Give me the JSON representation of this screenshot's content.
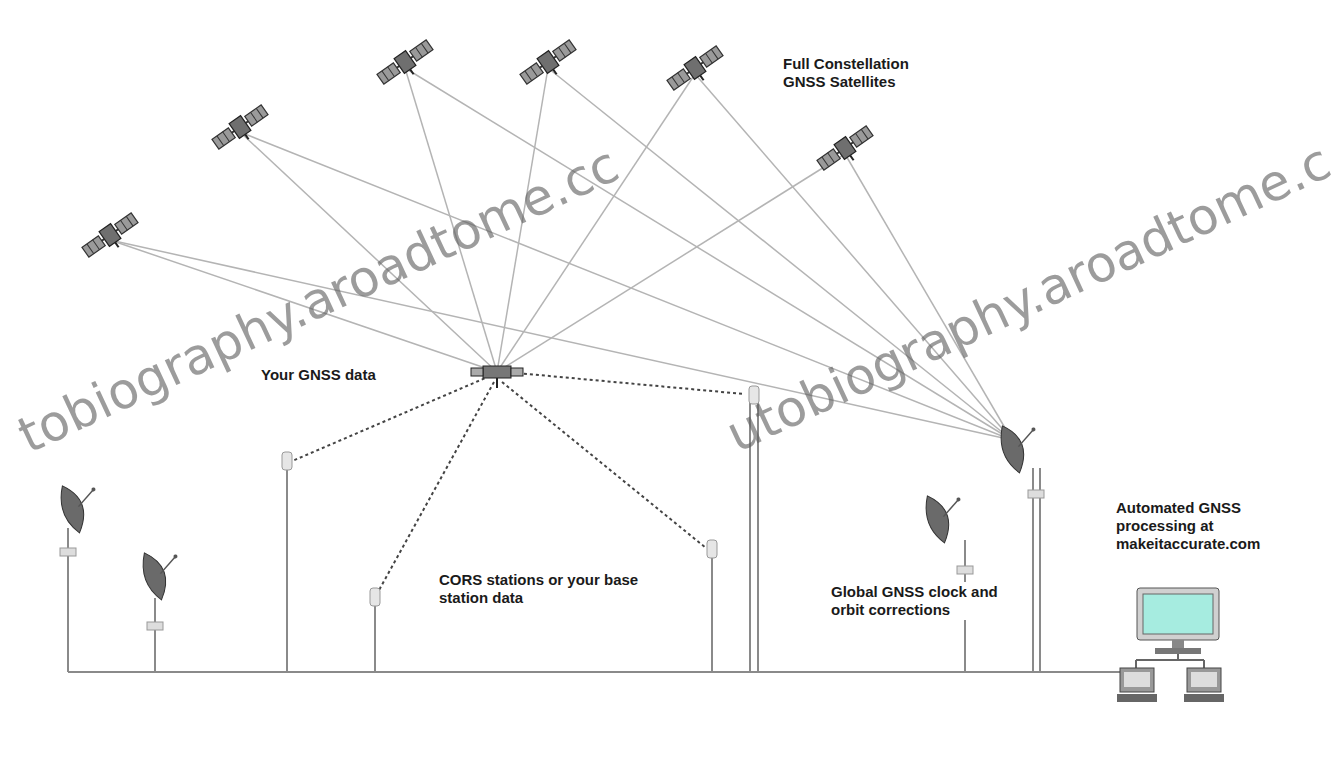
{
  "diagram": {
    "labels": [
      "Full Constellation GNSS Satellites",
      "tobiography.aroadtome.cc",
      "utobiography.aroadtome.c",
      "Your GNSS data",
      "CORS stations or your base station data",
      "Global GNSS clock and orbit corrections",
      "Automated GNSS processing at makeitaccurate.com"
    ]
  }
}
